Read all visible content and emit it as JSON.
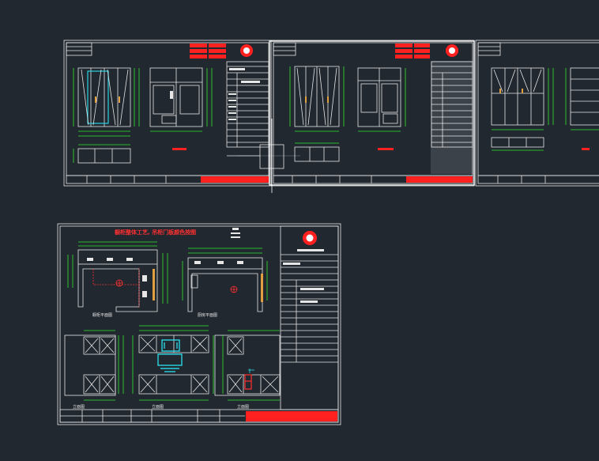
{
  "app": {
    "title": "CAD Drawing Canvas"
  },
  "colors": {
    "background": "#212830",
    "line": "#e6e6e6",
    "dim": "#2ee82e",
    "red": "#ff2020",
    "cyan": "#29d3e0",
    "orange": "#e0a040",
    "selection": "#ffffff"
  },
  "sheets": {
    "top": [
      {
        "name": "sheet-a"
      },
      {
        "name": "sheet-b-selected"
      },
      {
        "name": "sheet-c"
      }
    ],
    "bottom": {
      "heading": "橱柜整体工艺, 吊柜门板颜色按图",
      "plan_label_left": "橱柜平面图",
      "plan_label_right": "厨房平面图",
      "elev_label_1": "立面图",
      "elev_label_2": "立面图",
      "elev_label_3": "立面图"
    }
  },
  "crosshair": {
    "visible": true
  }
}
